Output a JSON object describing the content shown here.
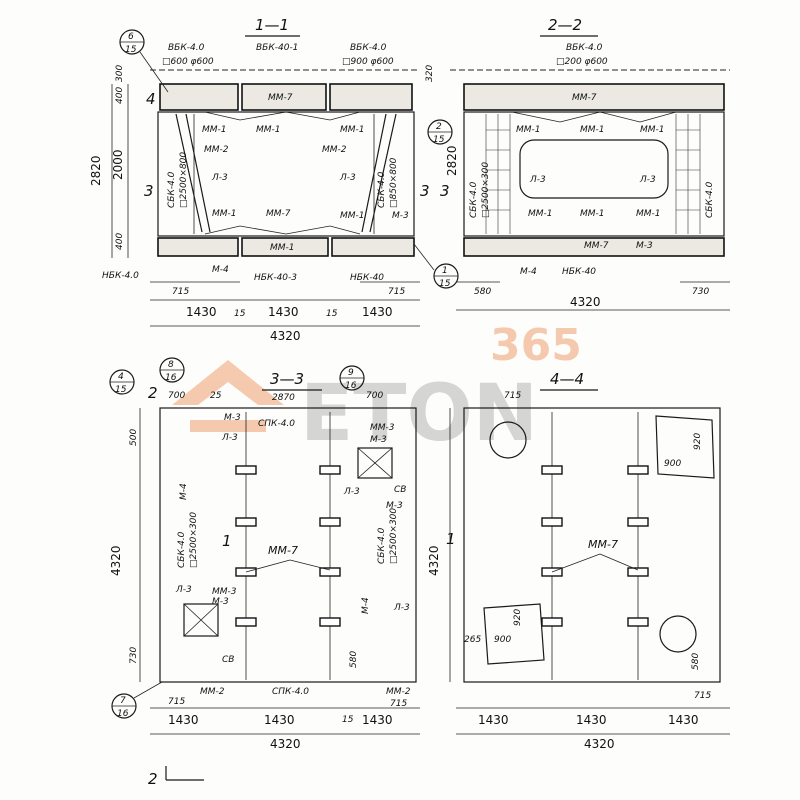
{
  "watermark": {
    "number": "365",
    "word": "ETON",
    "color_orange": "#f0a070",
    "color_gray": "#b5b5b5"
  },
  "sections": {
    "s11": {
      "title": "1—1"
    },
    "s22": {
      "title": "2—2"
    },
    "s33": {
      "title": "3—3"
    },
    "s44": {
      "title": "4—4"
    }
  },
  "callouts": {
    "c6_15": {
      "num": "6",
      "den": "15"
    },
    "c2_15": {
      "num": "2",
      "den": "15"
    },
    "c1_15": {
      "num": "1",
      "den": "15"
    },
    "c4_15": {
      "num": "4",
      "den": "15"
    },
    "c8_16": {
      "num": "8",
      "den": "16"
    },
    "c9_16": {
      "num": "9",
      "den": "16"
    },
    "c7_16": {
      "num": "7",
      "den": "16"
    }
  },
  "labels": {
    "vbk40": "ВБК-4.0",
    "vbk40_1": "ВБК-40-1",
    "hole600": "□600 φ600",
    "hole600b": "□900 φ600",
    "hole600c": "□200 φ600",
    "mm7": "ММ-7",
    "mm1": "ММ-1",
    "mm2": "ММ-2",
    "mm3": "М-3",
    "mm3b": "ММ-3",
    "m4": "М-4",
    "l3": "Л-3",
    "sbk40": "СБК-4.0",
    "sbk_sub": "□2500×800",
    "sbk_sub2": "□2500×300",
    "sbk_sub3": "□850×800",
    "nbk40": "НБК-4.0",
    "nbk40_3": "НБК-40-3",
    "nbk40b": "НБК-40",
    "spk40": "СПК-4.0",
    "cv": "СВ",
    "a3": "3",
    "a1": "1",
    "a2": "2",
    "a4": "4"
  },
  "dims": {
    "d2820": "2820",
    "d2000": "2000",
    "d400": "400",
    "d300": "300",
    "d320": "320",
    "d715": "715",
    "d1430": "1430",
    "d15": "15",
    "d4320": "4320",
    "d580": "580",
    "d730": "730",
    "d2870": "2870",
    "d700": "700",
    "d25": "25",
    "d900": "900",
    "d920": "920",
    "d265": "265",
    "d500": "500"
  }
}
